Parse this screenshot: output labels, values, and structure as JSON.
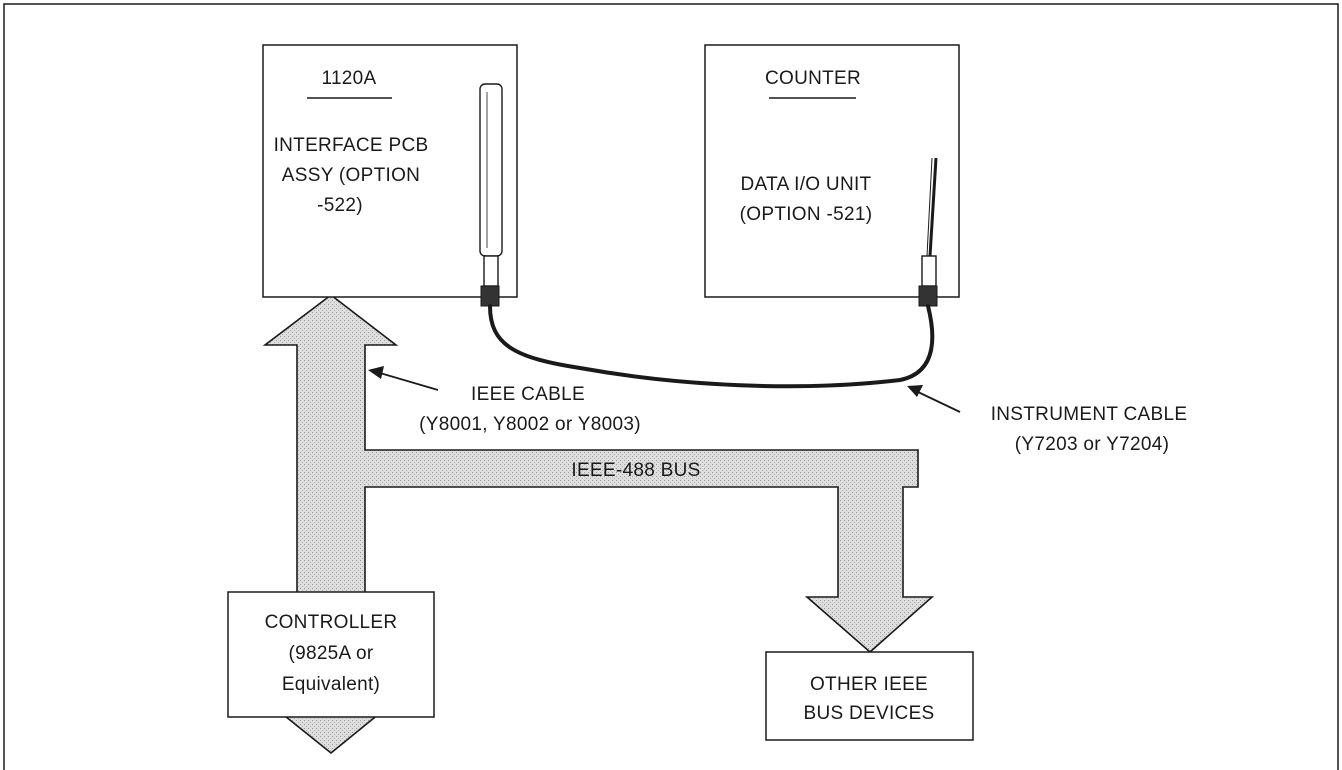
{
  "colors": {
    "ink": "#1a1a1a",
    "bus_fill": "#dcdcdc",
    "paper": "#ffffff"
  },
  "blocks": {
    "interface": {
      "title": "1120A",
      "lines": [
        "INTERFACE PCB",
        "ASSY (OPTION",
        "-522)"
      ]
    },
    "counter": {
      "title": "COUNTER",
      "lines": [
        "DATA I/O UNIT",
        "(OPTION -521)"
      ]
    },
    "controller": {
      "lines": [
        "CONTROLLER",
        "(9825A or",
        "Equivalent)"
      ]
    },
    "other_devices": {
      "lines": [
        "OTHER IEEE",
        "BUS DEVICES"
      ]
    }
  },
  "callouts": {
    "ieee_cable": [
      "IEEE CABLE",
      "(Y8001, Y8002 or Y8003)"
    ],
    "instrument_cable": [
      "INSTRUMENT CABLE",
      "(Y7203 or Y7204)"
    ]
  },
  "bus": {
    "label": "IEEE-488 BUS"
  }
}
